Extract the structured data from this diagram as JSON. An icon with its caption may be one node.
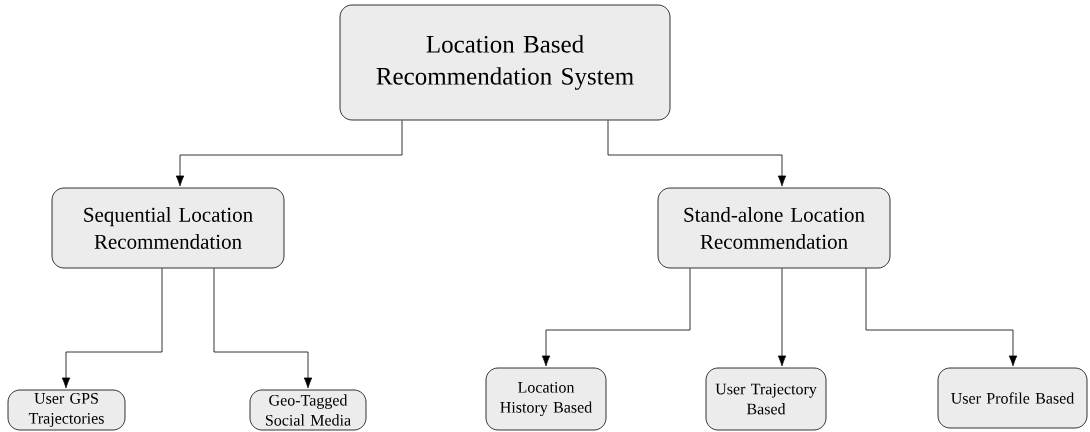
{
  "diagram": {
    "nodes": [
      {
        "text": [
          "Location Based Recommendation System"
        ]
      },
      {
        "text": [
          "Sequential Location Recommendation"
        ]
      },
      {
        "text": [
          "Stand-alone Location Recommendation"
        ]
      },
      {
        "text": [
          "User GPS Trajectories"
        ]
      },
      {
        "text": [
          "Geo-Tagged Social Media"
        ]
      },
      {
        "text": [
          "Location History Based"
        ]
      },
      {
        "text": [
          "User Trajectory Based"
        ]
      },
      {
        "text": [
          "User Profile Based"
        ]
      }
    ],
    "edges": [
      {
        "from": 0,
        "to": 1,
        "arrow": "to"
      },
      {
        "from": 0,
        "to": 2,
        "arrow": "to"
      },
      {
        "from": 1,
        "to": 3,
        "arrow": "to"
      },
      {
        "from": 1,
        "to": 4,
        "arrow": "to"
      },
      {
        "from": 2,
        "to": 5,
        "arrow": "to"
      },
      {
        "from": 2,
        "to": 6,
        "arrow": "to"
      },
      {
        "from": 2,
        "to": 7,
        "arrow": "to"
      }
    ]
  }
}
